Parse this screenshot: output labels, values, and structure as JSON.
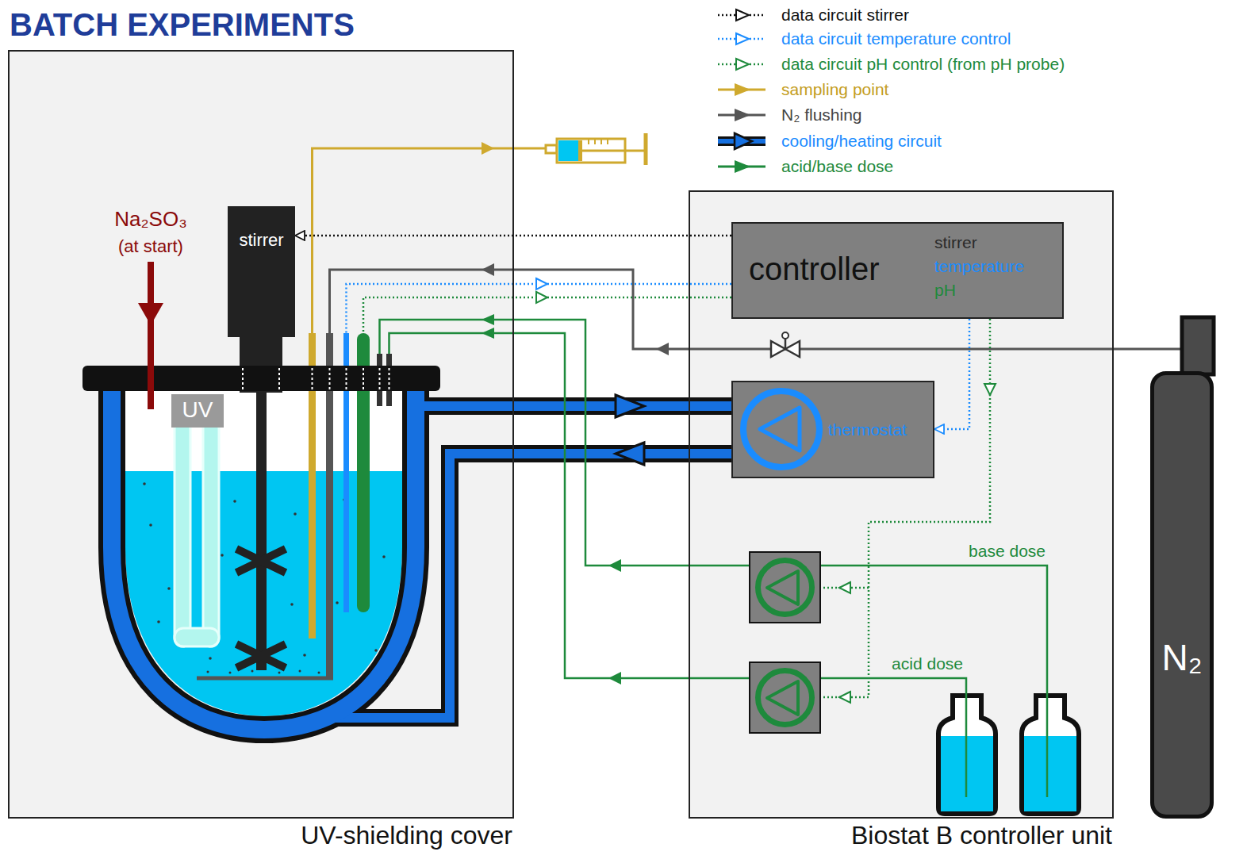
{
  "diagram": {
    "title": "BATCH EXPERIMENTS",
    "nodes": [
      {
        "text": [
          "UV-shielding cover"
        ]
      },
      {
        "text": [
          "stirrer"
        ],
        "in": 0
      },
      {
        "text": [
          "UV"
        ],
        "in": 0
      },
      {
        "text": [
          "Biostat B controller unit"
        ]
      },
      {
        "text": [
          "controller",
          "stirrer",
          "temperature",
          "pH"
        ],
        "in": 3
      },
      {
        "text": [
          "thermostat"
        ],
        "in": 3
      },
      {
        "text": [
          "N₂"
        ]
      }
    ],
    "edges": [
      {
        "from": 4,
        "to": 1,
        "arrow": "to"
      },
      {
        "from": 4,
        "to": 5,
        "arrow": "to"
      }
    ],
    "labels": [
      "Na₂SO₃",
      "(at start)",
      "base dose",
      "acid dose"
    ],
    "legend": [
      {
        "text": "data circuit stirrer"
      },
      {
        "text": "data circuit temperature control"
      },
      {
        "text": "data circuit pH control (from pH probe)"
      },
      {
        "text": "sampling point"
      },
      {
        "text": "N₂ flushing"
      },
      {
        "text": "cooling/heating circuit"
      },
      {
        "text": "acid/base dose"
      }
    ]
  }
}
